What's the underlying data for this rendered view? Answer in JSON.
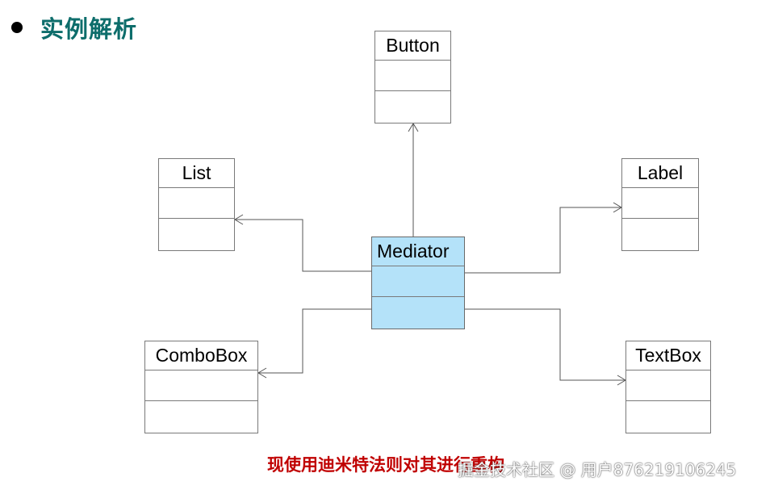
{
  "heading": {
    "text": "实例解析"
  },
  "classes": {
    "button": "Button",
    "list": "List",
    "label": "Label",
    "mediator": "Mediator",
    "combobox": "ComboBox",
    "textbox": "TextBox"
  },
  "caption": "现使用迪米特法则对其进行重构",
  "watermark": "掘金技术社区 @ 用户876219106245",
  "colors": {
    "heading": "#0d6d6b",
    "mediator_fill": "#b4e2f9",
    "caption": "#c00000"
  }
}
